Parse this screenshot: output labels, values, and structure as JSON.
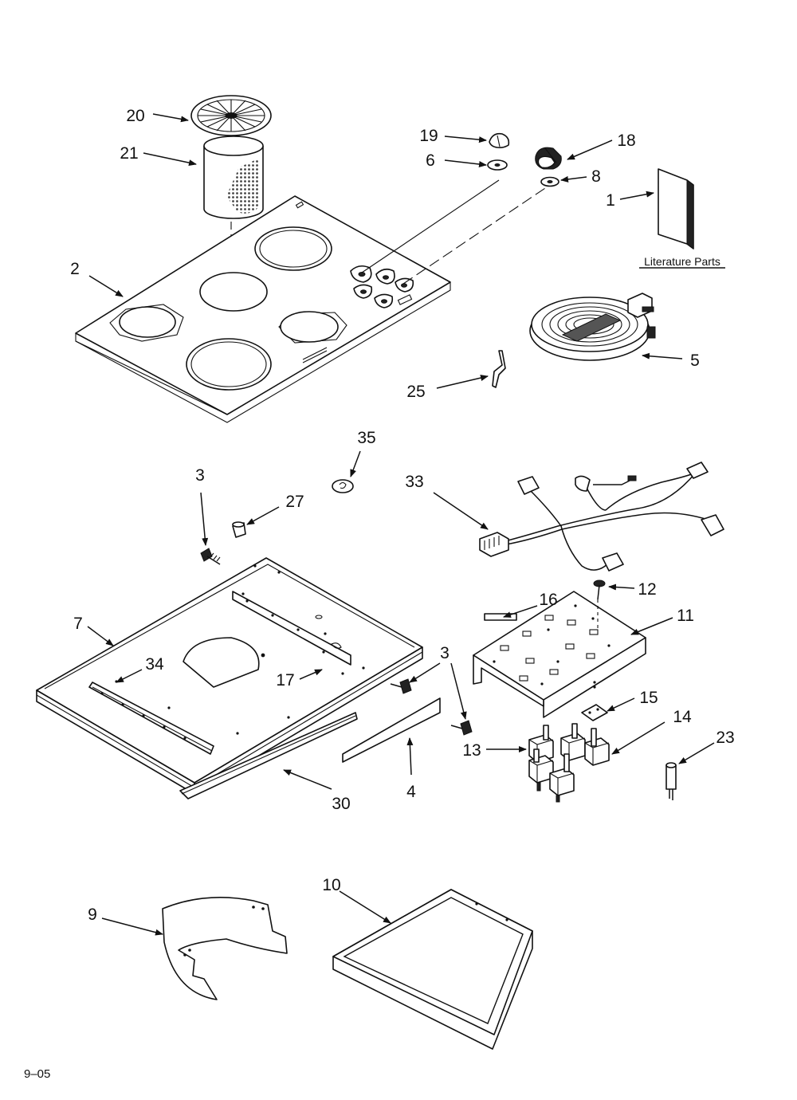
{
  "callouts": {
    "c20": "20",
    "c21": "21",
    "c19": "19",
    "c6": "6",
    "c18": "18",
    "c8": "8",
    "c1": "1",
    "c2": "2",
    "c5": "5",
    "c25": "25",
    "c35": "35",
    "c3a": "3",
    "c27": "27",
    "c33": "33",
    "c12": "12",
    "c16": "16",
    "c11": "11",
    "c7": "7",
    "c34": "34",
    "c17": "17",
    "c3b": "3",
    "c15": "15",
    "c14": "14",
    "c13": "13",
    "c23": "23",
    "c30": "30",
    "c4": "4",
    "c9": "9",
    "c10": "10"
  },
  "literature_label": "Literature Parts",
  "footer_code": "9–05"
}
